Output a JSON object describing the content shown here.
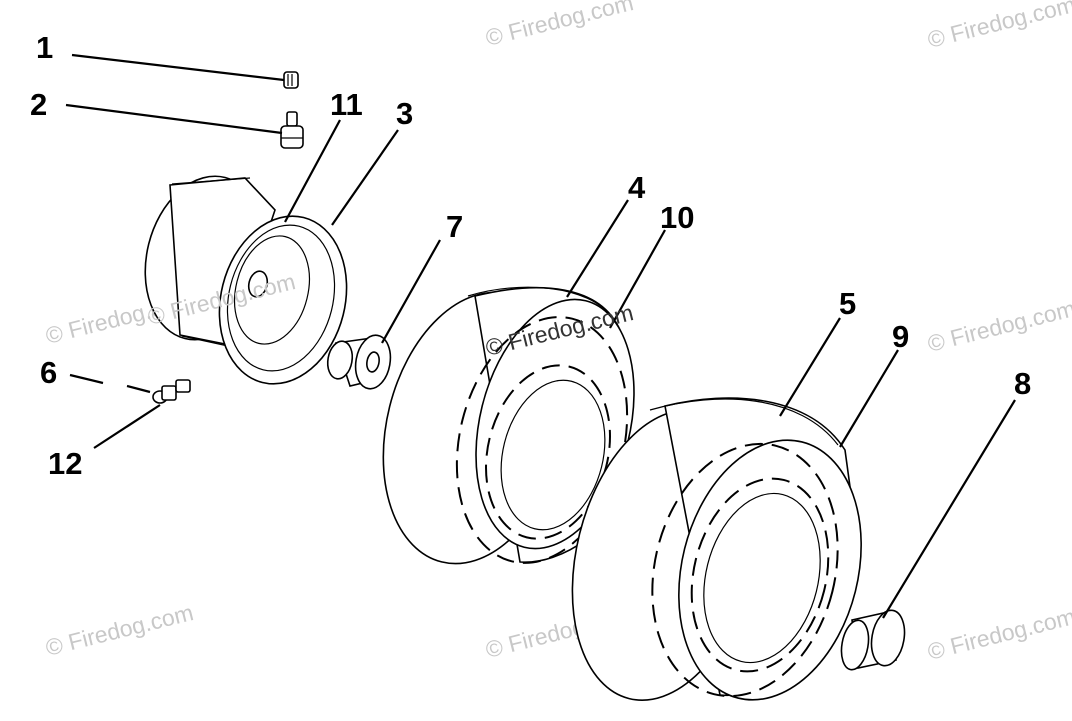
{
  "watermark_text": "© Firedog.com",
  "callouts": [
    {
      "id": "1",
      "label": "1"
    },
    {
      "id": "2",
      "label": "2"
    },
    {
      "id": "3",
      "label": "3"
    },
    {
      "id": "4",
      "label": "4"
    },
    {
      "id": "5",
      "label": "5"
    },
    {
      "id": "6",
      "label": "6"
    },
    {
      "id": "7",
      "label": "7"
    },
    {
      "id": "8",
      "label": "8"
    },
    {
      "id": "9",
      "label": "9"
    },
    {
      "id": "10",
      "label": "10"
    },
    {
      "id": "11",
      "label": "11"
    },
    {
      "id": "12",
      "label": "12"
    }
  ]
}
